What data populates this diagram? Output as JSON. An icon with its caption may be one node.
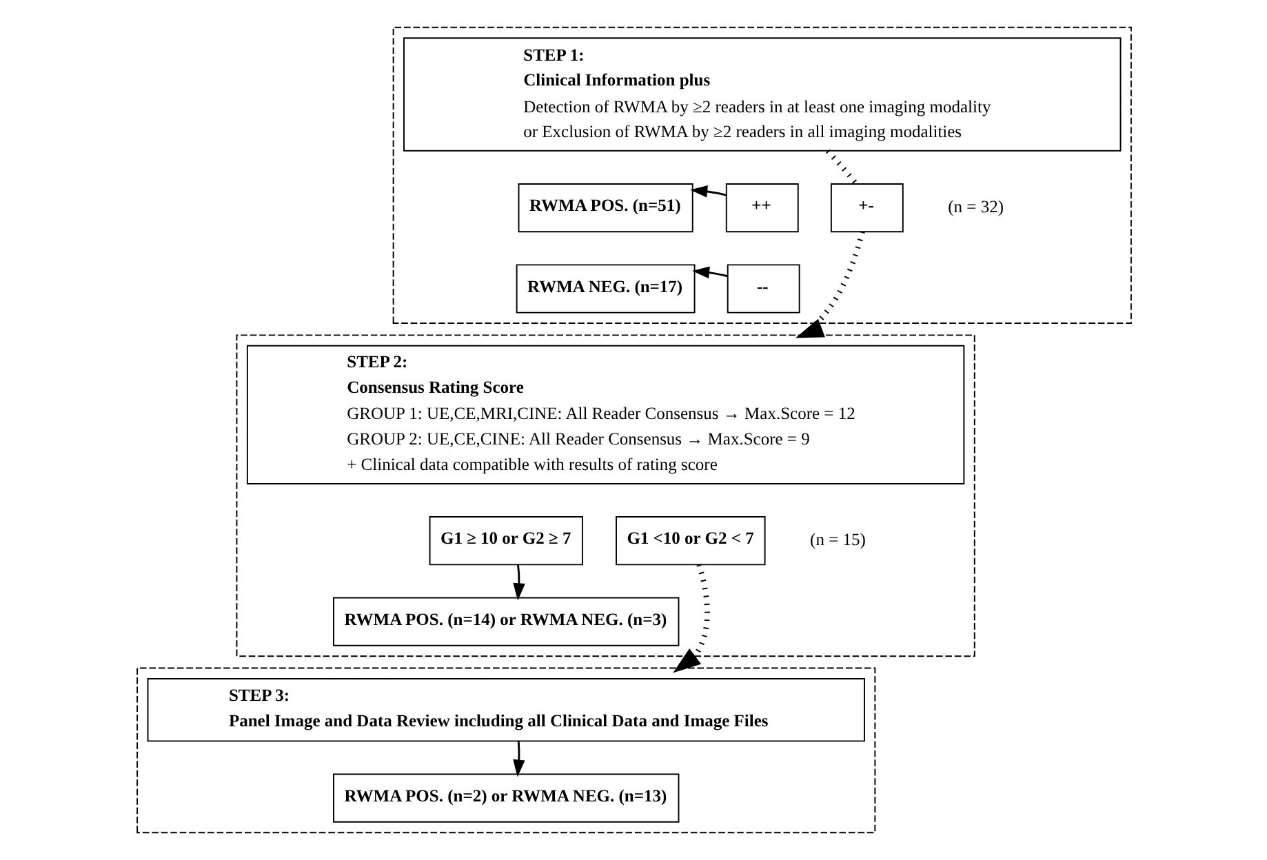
{
  "diagram": {
    "nodes": [
      {
        "text": [],
        "shape": "box"
      },
      {
        "text": [
          "STEP 1:",
          "Clinical Information plus",
          "Detection of RWMA by ≥2 readers in at least one imaging modality",
          "or Exclusion of RWMA by ≥2 readers in all imaging modalities"
        ],
        "in": 0
      },
      {
        "text": [
          "RWMA POS. (n=51)"
        ],
        "in": 0
      },
      {
        "text": [
          "++"
        ],
        "in": 0
      },
      {
        "text": [
          "+-"
        ],
        "in": 0,
        "beside": [
          "(n = 32)"
        ]
      },
      {
        "text": [
          "RWMA NEG. (n=17)"
        ],
        "in": 0
      },
      {
        "text": [
          "--"
        ],
        "in": 0
      },
      {
        "text": [],
        "shape": "box"
      },
      {
        "text": [
          "STEP 2:",
          "Consensus Rating Score",
          "GROUP 1: UE,CE,MRI,CINE: All Reader Consensus → Max.Score = 12",
          "GROUP 2: UE,CE,CINE: All Reader Consensus → Max.Score = 9",
          "+ Clinical data compatible with results of rating score"
        ],
        "in": 7
      },
      {
        "text": [
          "G1 ≥ 10 or G2 ≥ 7"
        ],
        "in": 7
      },
      {
        "text": [
          "G1 <10 or G2 < 7"
        ],
        "in": 7,
        "beside": [
          "(n = 15)"
        ]
      },
      {
        "text": [
          "RWMA POS. (n=14) or RWMA NEG. (n=3)"
        ],
        "in": 7
      },
      {
        "text": [],
        "shape": "box"
      },
      {
        "text": [
          "STEP 3:",
          "Panel Image and Data Review including all Clinical Data and Image Files"
        ],
        "in": 12
      },
      {
        "text": [
          "RWMA POS. (n=2) or RWMA NEG. (n=13)"
        ],
        "in": 12
      }
    ],
    "edges": [
      {
        "from": 3,
        "to": 2,
        "arrow": "to"
      },
      {
        "from": 6,
        "to": 5,
        "arrow": "to"
      },
      {
        "from": 1,
        "to": 4,
        "arrow": "none",
        "style": "dashed"
      },
      {
        "from": 4,
        "to": 7,
        "arrow": "to",
        "style": "dashed"
      },
      {
        "from": 9,
        "to": 11,
        "arrow": "to"
      },
      {
        "from": 10,
        "to": 12,
        "arrow": "to",
        "style": "dashed"
      },
      {
        "from": 13,
        "to": 14,
        "arrow": "to"
      }
    ]
  }
}
